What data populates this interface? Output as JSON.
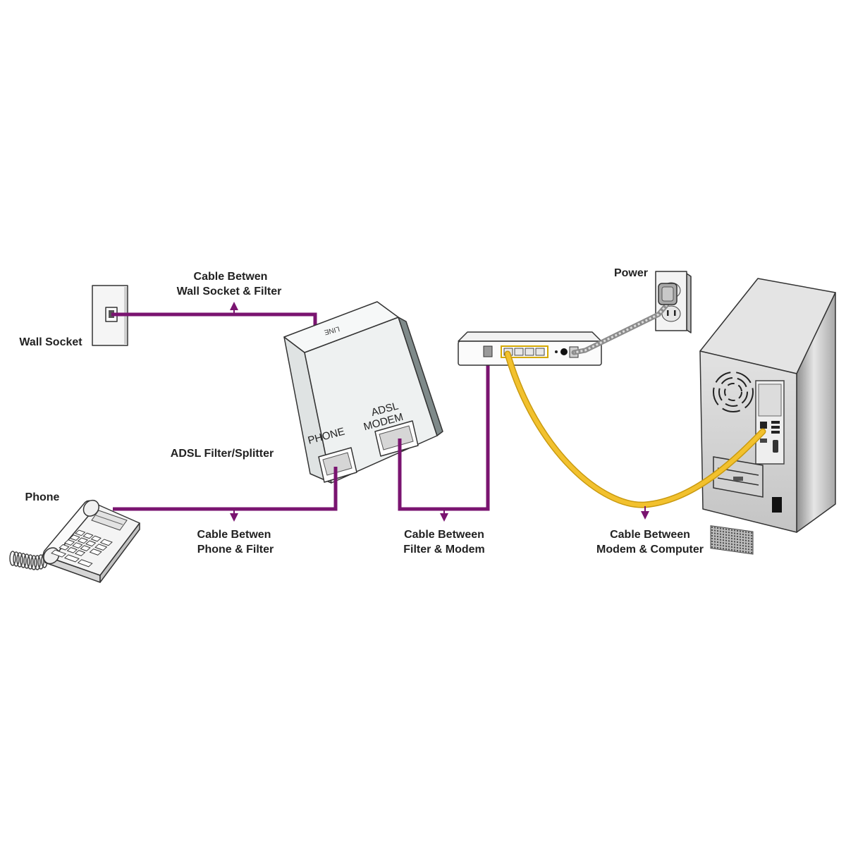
{
  "labels": {
    "wall_socket": "Wall Socket",
    "power": "Power",
    "filter": "ADSL Filter/Splitter",
    "phone": "Phone"
  },
  "cables": {
    "wall_filter": {
      "line1": "Cable Betwen",
      "line2": "Wall Socket & Filter"
    },
    "phone_filter": {
      "line1": "Cable Betwen",
      "line2": "Phone & Filter"
    },
    "filter_modem": {
      "line1": "Cable Between",
      "line2": "Filter & Modem"
    },
    "modem_computer": {
      "line1": "Cable Between",
      "line2": "Modem & Computer"
    }
  },
  "filter_device": {
    "line_port": "LINE",
    "phone_port": "PHONE",
    "modem_port_line1": "ADSL",
    "modem_port_line2": "MODEM"
  },
  "colors": {
    "phone_line_cable": "#7a1470",
    "ethernet_cable": "#f2c12e",
    "ethernet_cable_edge": "#c99a10",
    "power_cable": "#8c8c8c"
  }
}
